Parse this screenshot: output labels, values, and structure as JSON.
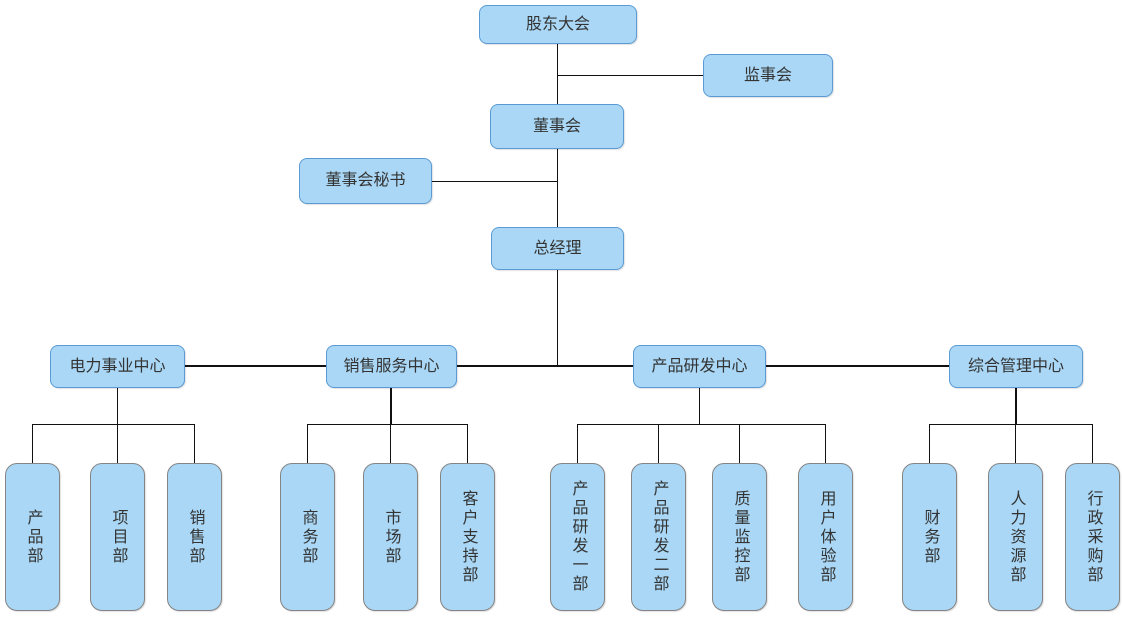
{
  "colors": {
    "box_fill": "#A9D7F5",
    "box_border_blue": "#5B9BD5",
    "box_border_gray": "#848484",
    "line_color": "#111111",
    "text_color": "#333333"
  },
  "org": {
    "top": {
      "shareholders": "股东大会",
      "supervisory": "监事会",
      "board": "董事会",
      "secretary": "董事会秘书",
      "general_manager": "总经理"
    },
    "centers": [
      {
        "label": "电力事业中心",
        "departments": [
          "产品部",
          "项目部",
          "销售部"
        ]
      },
      {
        "label": "销售服务中心",
        "departments": [
          "商务部",
          "市场部",
          "客户支持部"
        ]
      },
      {
        "label": "产品研发中心",
        "departments": [
          "产品研发一部",
          "产品研发二部",
          "质量监控部",
          "用户体验部"
        ]
      },
      {
        "label": "综合管理中心",
        "departments": [
          "财务部",
          "人力资源部",
          "行政采购部"
        ]
      }
    ]
  }
}
